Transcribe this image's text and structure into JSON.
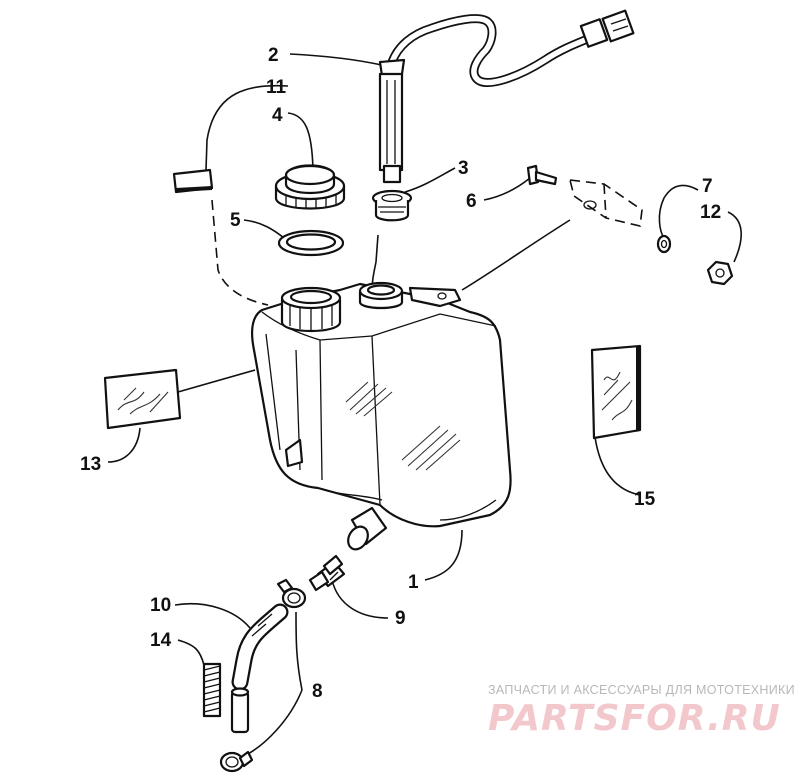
{
  "labels": {
    "p1": "1",
    "p2": "2",
    "p3": "3",
    "p4": "4",
    "p5": "5",
    "p6": "6",
    "p7": "7",
    "p8": "8",
    "p9": "9",
    "p10": "10",
    "p11": "11",
    "p12": "12",
    "p13": "13",
    "p14": "14",
    "p15": "15"
  },
  "watermark": {
    "caption": "ЗАПЧАСТИ И АКСЕССУАРЫ ДЛЯ МОТОТЕХНИКИ",
    "logo_text": "PARTSFOR.RU",
    "logo_color": "#f2c8cc"
  }
}
